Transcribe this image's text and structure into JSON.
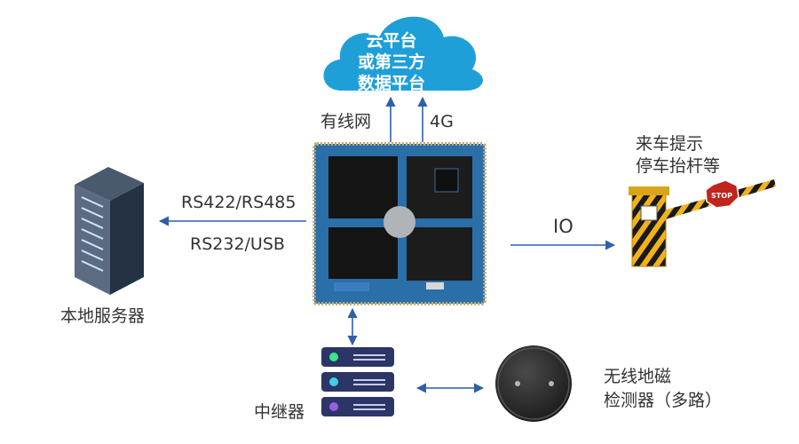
{
  "cloud": {
    "lines": [
      "云平台",
      "或第三方",
      "数据平台"
    ]
  },
  "links": {
    "wired": "有线网",
    "cellular": "4G",
    "serial_1": "RS422/RS485",
    "serial_2": "RS232/USB",
    "io": "IO"
  },
  "nodes": {
    "local_server": "本地服务器",
    "barrier": [
      "来车提示",
      "停车抬杆等"
    ],
    "repeater": "中继器",
    "sensor": [
      "无线地磁",
      "检测器（多路）"
    ]
  },
  "icons": {
    "cloud": "cloud-icon",
    "server": "server-rack-icon",
    "board": "core-board-icon",
    "gate": "parking-barrier-icon",
    "repeater": "repeater-device-icon",
    "sensor": "geomagnetic-sensor-icon"
  },
  "colors": {
    "accent": "#1f9fd8",
    "arrow": "#2f5fa8",
    "board": "#2a6fa8"
  }
}
